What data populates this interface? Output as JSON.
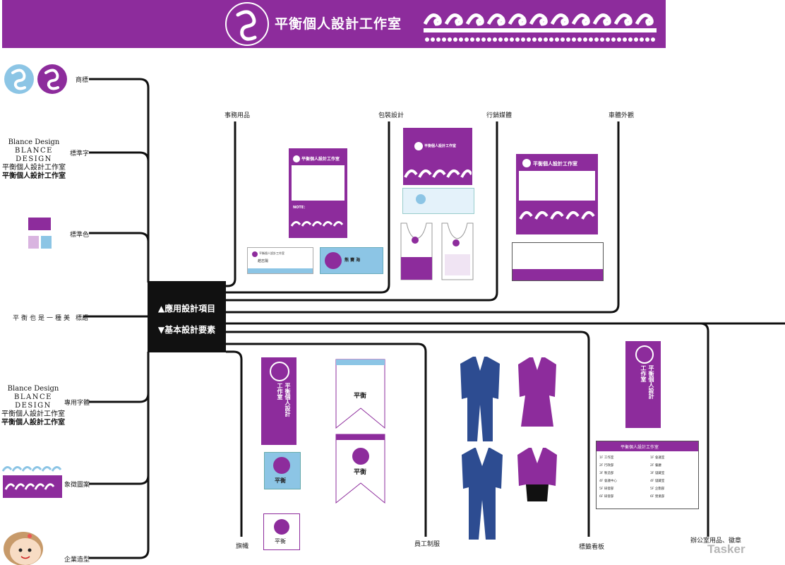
{
  "banner": {
    "title": "平衡個人設計工作室"
  },
  "basic_elements": {
    "logo_label": "商標",
    "wordmark_label": "標準字",
    "color_label": "標準色",
    "slogan_label": "標語",
    "slogan_text": "平衡也是一種美",
    "font_label": "專用字體",
    "pattern_label": "象徵圖案",
    "mascot_label": "企業造型",
    "wordmark_lines": [
      "Blance Design",
      "BLANCE DESIGN",
      "平衡個人設計工作室",
      "平衡個人設計工作室"
    ],
    "font_lines": [
      "Blance Design",
      "BLANCE DESIGN",
      "平衡個人設計工作室",
      "平衡個人設計工作室"
    ],
    "colors": {
      "main": "#8d2c9c",
      "lavender": "#d9b4e0",
      "sky": "#8cc5e5"
    }
  },
  "hub": {
    "applied": "▲應用設計項目",
    "basic": "▼基本設計要素"
  },
  "applied_items": {
    "stationery": "事務用品",
    "packaging": "包裝設計",
    "marketing": "行銷媒體",
    "vehicle": "車體外觀",
    "flags": "旗幟",
    "uniform": "員工制服",
    "signage": "標籤看板",
    "office": "辦公室用品、徽章"
  },
  "mockups": {
    "studio_name": "平衡個人設計工作室",
    "note": "NOTE：",
    "card_name": "趙志陽",
    "card_name2": "熊 賽 海",
    "flag_text": "平衡個人設計工作室",
    "short_name": "平衡",
    "directory_rows_left": [
      "1F 工作室",
      "2F 行政部",
      "3F 製造部",
      "4F 會議中心",
      "5F 研發部",
      "6F 研發部"
    ],
    "directory_rows_right": [
      "1F 會議室",
      "2F 餐廳",
      "3F 儲藏室",
      "4F 儲藏室",
      "5F 企劃部",
      "6F 營業部"
    ]
  },
  "watermark": "Tasker"
}
